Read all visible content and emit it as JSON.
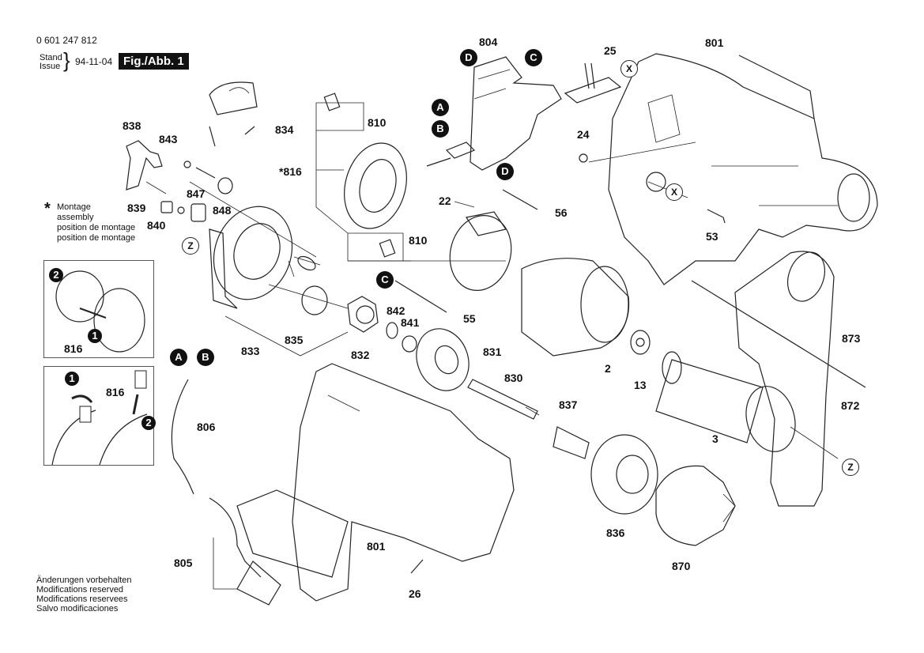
{
  "header": {
    "part_number": "0 601 247 812",
    "stand_label": "Stand",
    "issue_label": "Issue",
    "brace": "}",
    "date": "94-11-04",
    "figure_label": "Fig./Abb. 1"
  },
  "assembly_note": {
    "symbol": "*",
    "lines": [
      "Montage",
      "assembly",
      "position de montage",
      "position de montage"
    ]
  },
  "footer": {
    "lines": [
      "Änderungen vorbehalten",
      "Modifications reserved",
      "Modifications reservees",
      "Salvo modificaciones"
    ]
  },
  "callouts": {
    "A": "A",
    "B": "B",
    "C": "C",
    "D": "D",
    "X": "X",
    "Z": "Z",
    "one": "1",
    "two": "2"
  },
  "parts": {
    "p801a": "801",
    "p804": "804",
    "p25": "25",
    "p24": "24",
    "p53": "53",
    "p838": "838",
    "p843": "843",
    "p834": "834",
    "p810a": "810",
    "p816": "816",
    "p839": "839",
    "p840": "840",
    "p847": "847",
    "p848": "848",
    "p810b": "810",
    "p22": "22",
    "p56": "56",
    "p55": "55",
    "p833": "833",
    "p835": "835",
    "p832": "832",
    "p842": "842",
    "p841": "841",
    "p831": "831",
    "p830": "830",
    "p2": "2",
    "p13": "13",
    "p873": "873",
    "p872": "872",
    "p3": "3",
    "p837": "837",
    "p806": "806",
    "p836": "836",
    "p870": "870",
    "p801b": "801",
    "p805": "805",
    "p26": "26",
    "inset_816a": "816",
    "inset_816b": "816"
  }
}
